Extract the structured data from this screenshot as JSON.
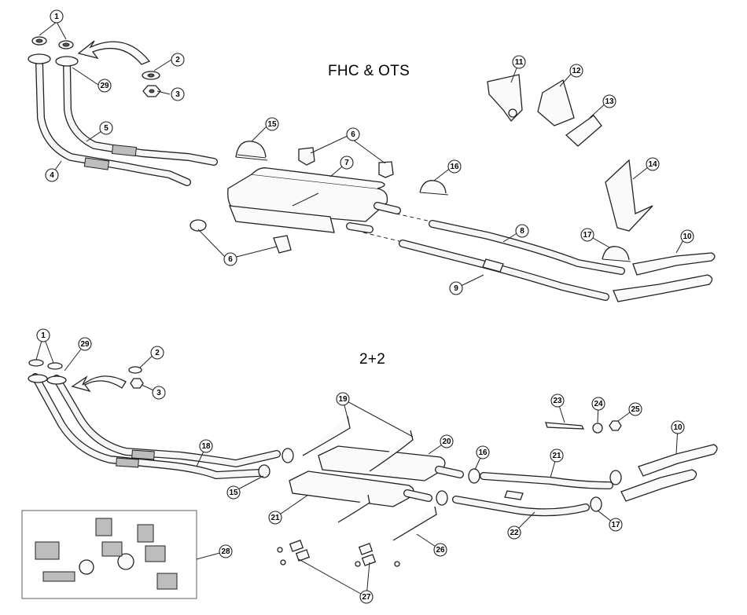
{
  "sections": {
    "fhc_ots": "FHC & OTS",
    "two_plus_two": "2+2"
  },
  "callouts": {
    "fhc_ots": [
      {
        "id": "a1",
        "label": "1"
      },
      {
        "id": "a2",
        "label": "2"
      },
      {
        "id": "a3",
        "label": "3"
      },
      {
        "id": "a29",
        "label": "29"
      },
      {
        "id": "a5",
        "label": "5"
      },
      {
        "id": "a4",
        "label": "4"
      },
      {
        "id": "a15",
        "label": "15"
      },
      {
        "id": "a6a",
        "label": "6"
      },
      {
        "id": "a7",
        "label": "7"
      },
      {
        "id": "a6b",
        "label": "6"
      },
      {
        "id": "a16",
        "label": "16"
      },
      {
        "id": "a11",
        "label": "11"
      },
      {
        "id": "a12",
        "label": "12"
      },
      {
        "id": "a13",
        "label": "13"
      },
      {
        "id": "a14",
        "label": "14"
      },
      {
        "id": "a8",
        "label": "8"
      },
      {
        "id": "a17",
        "label": "17"
      },
      {
        "id": "a10",
        "label": "10"
      },
      {
        "id": "a9",
        "label": "9"
      }
    ],
    "two_plus_two": [
      {
        "id": "b1",
        "label": "1"
      },
      {
        "id": "b29",
        "label": "29"
      },
      {
        "id": "b2",
        "label": "2"
      },
      {
        "id": "b3",
        "label": "3"
      },
      {
        "id": "b18",
        "label": "18"
      },
      {
        "id": "b15",
        "label": "15"
      },
      {
        "id": "b19",
        "label": "19"
      },
      {
        "id": "b20",
        "label": "20"
      },
      {
        "id": "b16",
        "label": "16"
      },
      {
        "id": "b23",
        "label": "23"
      },
      {
        "id": "b24",
        "label": "24"
      },
      {
        "id": "b25",
        "label": "25"
      },
      {
        "id": "b10",
        "label": "10"
      },
      {
        "id": "b21a",
        "label": "21"
      },
      {
        "id": "b21b",
        "label": "21"
      },
      {
        "id": "b22",
        "label": "22"
      },
      {
        "id": "b17",
        "label": "17"
      },
      {
        "id": "b26",
        "label": "26"
      },
      {
        "id": "b27",
        "label": "27"
      },
      {
        "id": "b28",
        "label": "28"
      }
    ]
  }
}
